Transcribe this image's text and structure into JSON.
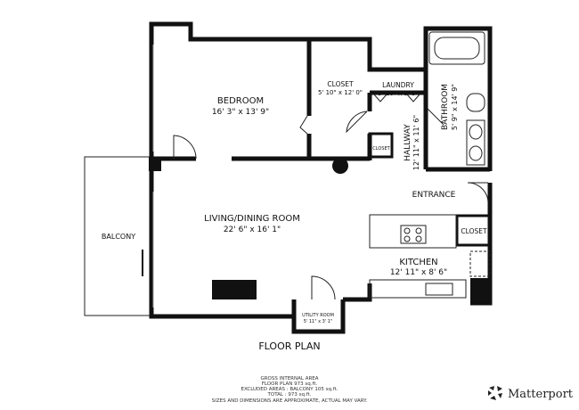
{
  "rooms": {
    "bedroom": {
      "name": "BEDROOM",
      "dims": "16' 3\" x 13' 9\""
    },
    "closet_main": {
      "name": "CLOSET",
      "dims": "5' 10\" x 12' 0\""
    },
    "laundry": {
      "name": "LAUNDRY",
      "dims": "5' 10\" x 3' 3\""
    },
    "bathroom": {
      "name": "BATHROOM",
      "dims": "5' 9\" x 14' 9\""
    },
    "hallway": {
      "name": "HALLWAY",
      "dims": "12' 11\" x 11' 6\""
    },
    "closet_small": {
      "name": "CLOSET"
    },
    "entrance": {
      "name": "ENTRANCE"
    },
    "closet_entry": {
      "name": "CLOSET"
    },
    "living": {
      "name": "LIVING/DINING ROOM",
      "dims": "22' 6\" x 16' 1\""
    },
    "kitchen": {
      "name": "KITCHEN",
      "dims": "12' 11\" x 8' 6\""
    },
    "balcony": {
      "name": "BALCONY"
    },
    "utility": {
      "name": "UTILITY ROOM",
      "dims": "5' 11\" x 3' 1\""
    }
  },
  "title": "FLOOR PLAN",
  "footer": {
    "line1": "GROSS INTERNAL AREA",
    "line2": "FLOOR PLAN 973 sq.ft.",
    "line3": "EXCLUDED AREAS :  BALCONY 105 sq.ft.",
    "line4": "TOTAL :  973 sq.ft.",
    "line5": "SIZES AND DIMENSIONS ARE APPROXIMATE, ACTUAL MAY VARY."
  },
  "brand": "Matterport"
}
